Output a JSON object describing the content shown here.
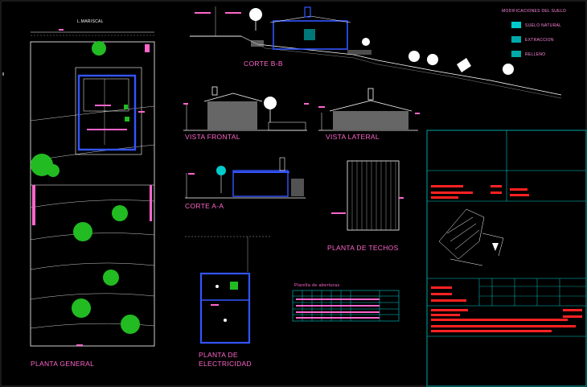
{
  "labels": {
    "planta_general": "PLANTA GENERAL",
    "corte_bb": "CORTE B-B",
    "vista_frontal": "VISTA FRONTAL",
    "vista_lateral": "VISTA LATERAL",
    "corte_aa": "CORTE A-A",
    "planta_techos": "PLANTA DE TECHOS",
    "planta_electricidad_1": "PLANTA DE",
    "planta_electricidad_2": "ELECTRICIDAD",
    "planilla_aberturas": "Planilla de aberturas",
    "street": "L.MARISCAL"
  },
  "legend": {
    "title": "MODIFICACIONES DEL SUELO",
    "items": [
      {
        "label": "SUELO NATURAL",
        "color": "#00cccc"
      },
      {
        "label": "EXTRACCION",
        "color": "#00aaaa"
      },
      {
        "label": "RELLENO",
        "color": "#00aaaa"
      }
    ]
  },
  "colors": {
    "text": "#ff66cc",
    "line": "#ffffff",
    "wall": "#3355ff",
    "tree": "#22bb22",
    "frame": "#00cccc",
    "red": "#ff2222"
  }
}
